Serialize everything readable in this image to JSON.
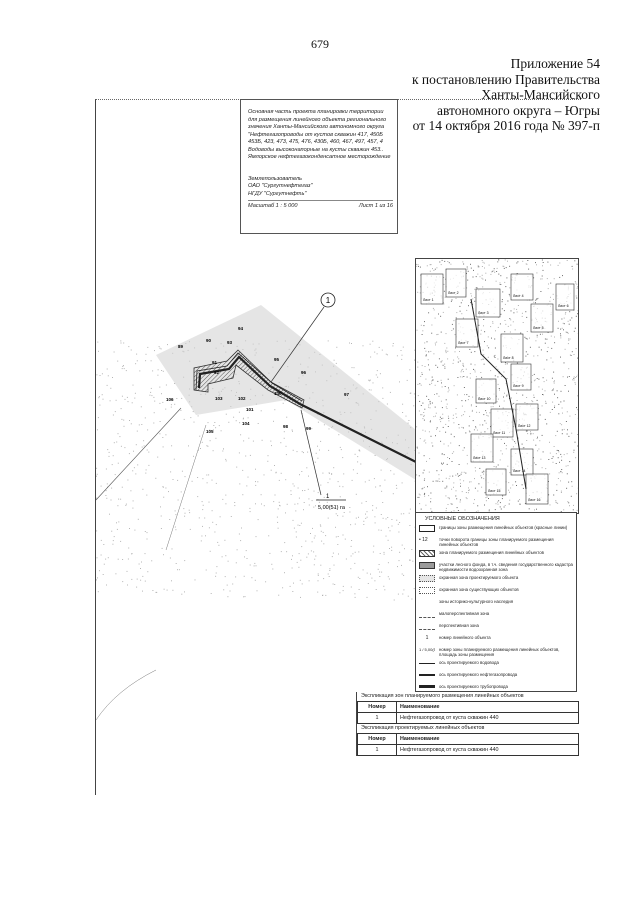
{
  "page": {
    "number": "679"
  },
  "appendix": {
    "lines": [
      "Приложение 54",
      "к постановлению Правительства",
      "Ханты-Мансийского",
      "автономного округа – Югры",
      "от 14 октября 2016 года № 397-п"
    ]
  },
  "title_block": {
    "project_lines": [
      "Основная часть проекта планировки территории",
      "для размещения линейного объекта регионального",
      "значения Ханты-Мансийского автономного округа",
      "\"Нефтегазопроводы от кустов скважин 417, 450Б",
      "453Б, 423, 473, 475, 476, 430Б, 460, 467, 497, 457, 4",
      "Водоводы высоконапорные на кусты скважин 453..",
      "Ямлорское нефтегазоконденсатное месторождение"
    ],
    "developer_label": "Землепользователь",
    "developer_lines": [
      "ОАО \"Сургутнефтегаз\"",
      "НГДУ \"Сургутнефть\""
    ],
    "scale": "Масштаб 1 : 5 000",
    "sheet": "Лист 1 из 16"
  },
  "main_map": {
    "callout_number": "1",
    "scale_text": "1",
    "scale_sub": "5,00(51) га",
    "point_labels": [
      "89",
      "90",
      "91",
      "92",
      "93",
      "94",
      "95",
      "96",
      "97",
      "98",
      "99",
      "100",
      "101",
      "102",
      "103",
      "104",
      "105",
      "106"
    ]
  },
  "inset_map": {
    "sheet_labels": [
      "Лист 1",
      "Лист 2",
      "Лист 3",
      "Лист 4",
      "Лист 5",
      "Лист 6",
      "Лист 7",
      "Лист 8",
      "Лист 9",
      "Лист 10",
      "Лист 11",
      "Лист 12",
      "Лист 13",
      "Лист 14",
      "Лист 15",
      "Лист 16"
    ]
  },
  "legend": {
    "title": "УСЛОВНЫЕ ОБОЗНАЧЕНИЯ",
    "items": [
      {
        "text": "границы зоны размещения линейных объектов (красные линии)"
      },
      {
        "symbol": "• 12",
        "text": "точки поворота границы зоны планируемого размещения линейных объектов"
      },
      {
        "text": "зона планируемого размещения линейных объектов"
      },
      {
        "text": "участки лесного фонда, в т.ч. сведения государственного кадастра недвижимости водоохранная зона"
      },
      {
        "text": "охранная зона проектируемого объекта"
      },
      {
        "text": "охранная зона существующих объектов"
      },
      {
        "text": "зоны историко-культурного наследия"
      },
      {
        "text": "малоперспективная зона"
      },
      {
        "text": "перспективная зона"
      },
      {
        "symbol": "1",
        "text": "номер линейного объекта"
      },
      {
        "symbol": "1 / 5,00(51)",
        "text": "номер зоны планируемого размещения линейных объектов, площадь зоны размещения"
      },
      {
        "text": "ось проектируемого водовода"
      },
      {
        "text": "ось проектируемого нефтегазопровода"
      },
      {
        "text": "ось проектируемого трубопровода"
      }
    ]
  },
  "zones_table": {
    "caption": "Экспликация зон планируемого размещения линейных объектов",
    "headers": [
      "Номер",
      "Наименование"
    ],
    "rows": [
      [
        "1",
        "Нефтегазопровод от куста скважин 440"
      ]
    ]
  },
  "objects_table": {
    "caption": "Экспликация проектируемых линейных объектов",
    "headers": [
      "Номер",
      "Наименование"
    ],
    "rows": [
      [
        "1",
        "Нефтегазопровод от куста скважин 440"
      ]
    ]
  },
  "colors": {
    "line": "#222222",
    "hatch": "#555555",
    "speckle": "#b5b5b5"
  }
}
